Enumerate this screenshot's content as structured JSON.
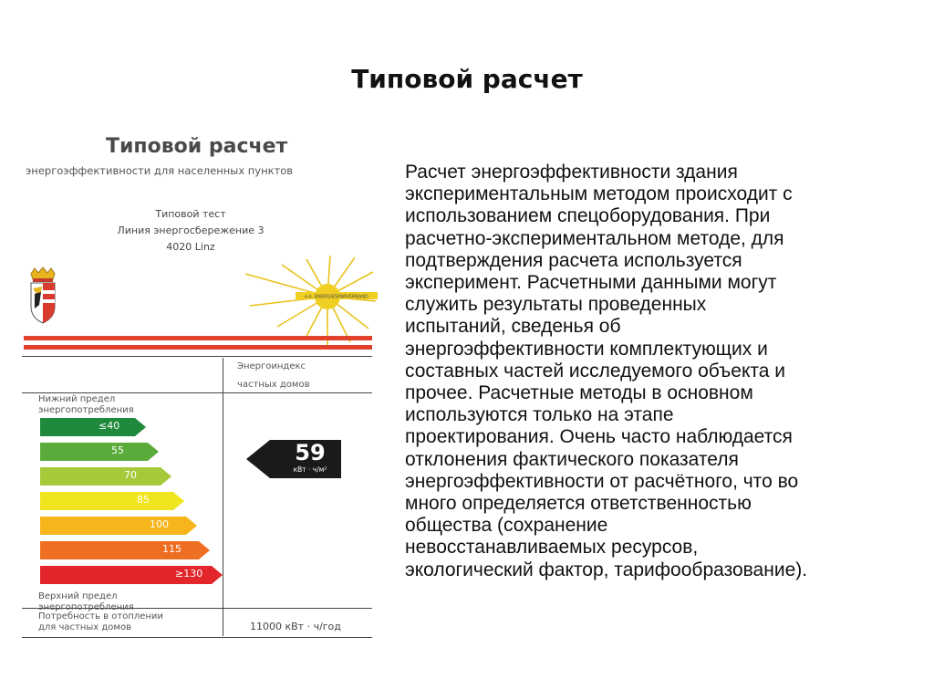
{
  "slide": {
    "title": "Типовой расчет",
    "body_lines": [
      "Расчет энергоэффективности здания",
      "экспериментальным методом происходит с",
      "использованием спецоборудования. При",
      "расчетно-экспериментальном методе, для",
      "подтверждения расчета используется",
      "эксперимент. Расчетными данными могут",
      "служить результаты проведенных",
      "испытаний, сведенья об",
      "энергоэффективности комплектующих и",
      "составных частей исследуемого объекта и",
      "прочее. Расчетные методы в основном",
      "используются только на этапе",
      "проектирования. Очень часто наблюдается",
      "отклонения фактического показателя",
      "энергоэффективности от расчётного, что во",
      "много определяется ответственностью",
      "общества (сохранение",
      "невосстанавливаемых ресурсов,",
      "экологический фактор, тарифообразование)."
    ]
  },
  "label": {
    "title": "Типовой расчет",
    "subtitle": "энергоэффективности для населенных пунктов",
    "test_lines": [
      "Типовой тест",
      "Линия энергосбережение 3",
      "4020 Linz"
    ],
    "sun_text": "o.ö. ENERGIESPARVERBAND",
    "index_header_1": "Энергоиндекс",
    "index_header_2": "частных домов",
    "lower_limit_1": "Нижний предел",
    "lower_limit_2": "энергопотребления",
    "upper_limit_1": "Верхний предел",
    "upper_limit_2": "энергопотребления",
    "bands": [
      {
        "label": "≤40",
        "color": "#1f8a3c"
      },
      {
        "label": "55",
        "color": "#5aab3a"
      },
      {
        "label": "70",
        "color": "#a6c93a"
      },
      {
        "label": "85",
        "color": "#f0e51e"
      },
      {
        "label": "100",
        "color": "#f6b51b"
      },
      {
        "label": "115",
        "color": "#ee6f22"
      },
      {
        "label": "≥130",
        "color": "#e2262b"
      }
    ],
    "index_value": "59",
    "index_unit": "кВт · ч/м²",
    "need_label_1": "Потребность в отоплении",
    "need_label_2": "для частных домов",
    "need_value": "11000 кВт · ч/год"
  }
}
